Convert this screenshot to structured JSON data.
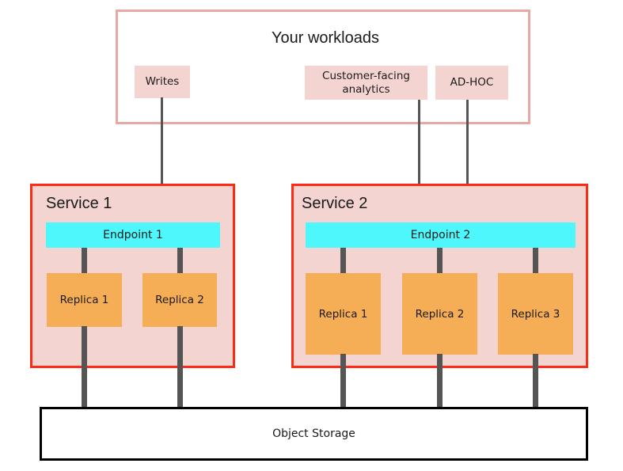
{
  "diagram": {
    "title_label": "Your workloads",
    "workloads": [
      {
        "id": "writes",
        "label": "Writes"
      },
      {
        "id": "analytics",
        "label": "Customer-facing analytics"
      },
      {
        "id": "adhoc",
        "label": "AD-HOC"
      }
    ],
    "services": [
      {
        "id": "service-1",
        "title": "Service 1",
        "endpoint": "Endpoint 1",
        "replicas": [
          "Replica 1",
          "Replica 2"
        ]
      },
      {
        "id": "service-2",
        "title": "Service 2",
        "endpoint": "Endpoint 2",
        "replicas": [
          "Replica 1",
          "Replica 2",
          "Replica 3"
        ]
      }
    ],
    "storage": {
      "label": "Object Storage"
    },
    "colors": {
      "workload_border": "#e8a9a5",
      "workload_chip_fill": "#f4d4d1",
      "service_border": "#fc2c14",
      "service_fill": "#f4d4d1",
      "endpoint_fill": "#4df7fb",
      "replica_fill": "#f5ae56",
      "connector": "#555555",
      "storage_border": "#000000",
      "canvas": "#ffffff"
    }
  }
}
